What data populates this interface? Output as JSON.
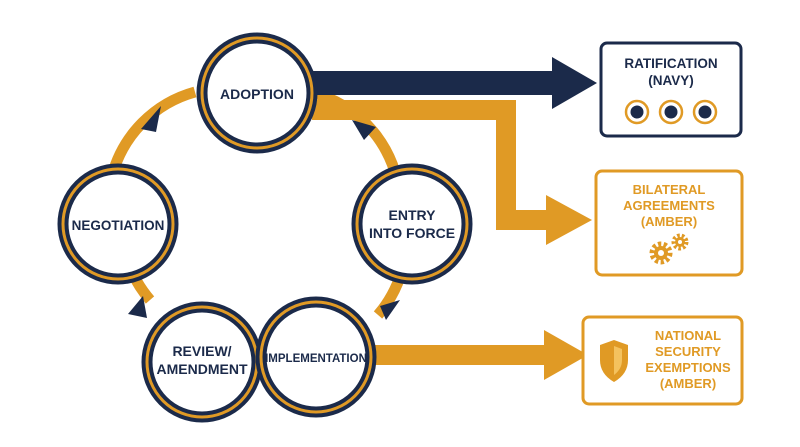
{
  "colors": {
    "navy": "#1b2a4a",
    "amber": "#e09a25",
    "ring": "#e09a25",
    "background": "#ffffff"
  },
  "stages": {
    "adoption": [
      "ADOPTION"
    ],
    "entry_into_force": [
      "ENTRY",
      "INTO FORCE"
    ],
    "implementation": [
      "IMPLEMENTATION"
    ],
    "review_amendment": [
      "REVIEW/",
      "AMENDMENT"
    ],
    "negotiation": [
      "NEGOTIATION"
    ]
  },
  "outcomes": {
    "ratification": {
      "lines": [
        "RATIFICATION",
        "(NAVY)"
      ],
      "icon": "three-dots-icon",
      "color": "#1b2a4a"
    },
    "bilateral": {
      "lines": [
        "BILATERAL",
        "AGREEMENTS",
        "(AMBER)"
      ],
      "icon": "gears-icon",
      "color": "#e09a25"
    },
    "national_security": {
      "lines": [
        "NATIONAL",
        "SECURITY",
        "EXEMPTIONS",
        "(AMBER)"
      ],
      "icon": "shield-icon",
      "color": "#e09a25"
    }
  }
}
